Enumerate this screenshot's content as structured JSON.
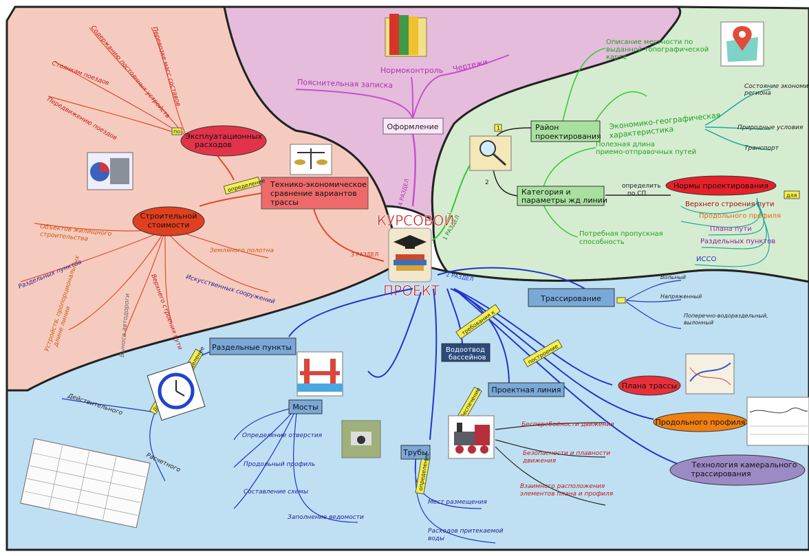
{
  "center": {
    "title_top": "КУРСОВОЙ",
    "title_bottom": "ПРОЕКТ"
  },
  "sections": {
    "s1": "1 РАЗДЕЛ",
    "s2": "2 РАЗДЕЛ",
    "s3": "3 РАЗДЕЛ",
    "s4": "4 РАЗДЕЛ"
  },
  "design": {
    "title": "Оформление",
    "items": [
      "Пояснительная записка",
      "Нормоконтроль",
      "Чертежи"
    ]
  },
  "survey": {
    "area": "Район проектирования",
    "area_l1": "Район",
    "area_l2": "проектирования",
    "badge1": "1",
    "badge2": "2",
    "relief": [
      "Описание местности по",
      "выданной топографической",
      "карте"
    ],
    "econ": [
      "Экономико-географическая",
      "характеристика"
    ],
    "econ_items": [
      "Состояние экономики",
      "региона",
      "Природные условия",
      "Транспорт"
    ],
    "useful": [
      "Полезная длина",
      "приемо-отправочных путей"
    ],
    "category": [
      "Категория и",
      "параметры жд линии"
    ],
    "determine": [
      "определить",
      "по СП"
    ],
    "norms": "Нормы проектирования",
    "for": "для",
    "norm_items": [
      "Верхнего строения пути",
      "Продольного профиля",
      "Плана пути",
      "Раздельных пунктов",
      "ИССО"
    ],
    "capacity": [
      "Потребная пропускная",
      "способность"
    ]
  },
  "economics": {
    "compare": [
      "Технико-экономическое",
      "сравнение вариантов",
      "трассы"
    ],
    "definition": "определение",
    "operating": [
      "Эксплуатационных",
      "расходов"
    ],
    "po": "по",
    "operating_items": [
      "Перевозке масс составов",
      "Содержанию постоянных устройств",
      "Стоянкам поездов",
      "Передвижению поездов"
    ],
    "construction": [
      "Строительной",
      "стоимости"
    ],
    "construction_items": [
      "Объектов жилищного",
      "строительства",
      "Земляного полотна",
      "Раздельных пунктов",
      "Устройств, пропорциональных",
      "длине линии",
      "Выноса автодороги",
      "Верхнего строения пути",
      "Искусственных сооружений"
    ]
  },
  "tracing": {
    "trace": "Трассирование",
    "trace_items": [
      "Вольный",
      "Напряженный",
      "Поперечно-водораздельный,",
      "вылонный"
    ],
    "separate": "Раздельные пункты",
    "definition": "определение",
    "yield": "Дорог",
    "separate_items": [
      "Действительного",
      "Расчетного"
    ],
    "bridges": "Мосты",
    "bridge_items": [
      "Определение отверстия",
      "Продольный профиль",
      "Составление схемы",
      "Заполнение ведомости"
    ],
    "drain": [
      "Водоотвод",
      "бассейнов"
    ],
    "pipes": "Трубы",
    "pipes_def": "определение",
    "pipe_items": [
      "Мест размещения",
      "Расходов притекаемой",
      "воды"
    ],
    "req": "требования к",
    "design_line": "Проектная линия",
    "ensure": "обеспечение",
    "line_items": [
      "Бесперебойности движения",
      "Безопасности и плавности",
      "движения",
      "Взаимного расположения",
      "элементов плана и профиля"
    ],
    "build": "построение",
    "plan": "Плана трассы",
    "profile": "Продольного профиля",
    "tech": [
      "Технология камерального",
      "трассирования"
    ]
  },
  "colors": {
    "pink_zone": "#f6cbbf",
    "purple_zone": "#e5bcdc",
    "green_zone": "#d6ecd0",
    "blue_zone": "#bfe0f2",
    "red_line": "#e24a2c",
    "blue_line": "#2233cc",
    "green_line": "#32c832",
    "magenta_line": "#c84fd0"
  }
}
